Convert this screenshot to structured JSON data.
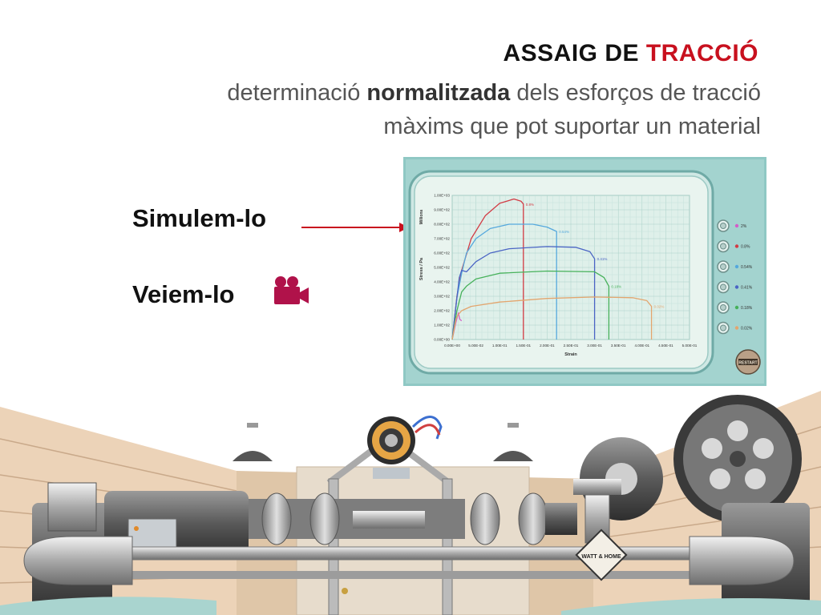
{
  "header": {
    "title_part1": "ASSAIG DE ",
    "title_part2": "TRACCIÓ",
    "subtitle_part1": "determinació ",
    "subtitle_bold": "normalitzada",
    "subtitle_part2": " dels esforços de tracció",
    "subtitle_line2": "màxims que pot suportar un material"
  },
  "links": {
    "simulate": "Simulem-lo",
    "watch": "Veiem-lo"
  },
  "colors": {
    "accent": "#c8101e",
    "camera": "#b0124a",
    "monitor_frame": "#8fc8c4",
    "plot_bg": "#e9f4ef"
  },
  "icons": {
    "watch": "video-camera-icon",
    "restart": "restart-icon"
  },
  "simulator": {
    "restart_label": "RESTART",
    "legend": [
      "2%",
      "0.8%",
      "0.54%",
      "0.41%",
      "0.18%",
      "0.02%"
    ],
    "machine_badge": "WATT & HOME"
  },
  "chart_data": {
    "type": "line",
    "xlabel": "Strain",
    "ylabel": "Stress / Pa",
    "ylabel_unit": "Millions",
    "xlim": [
      0,
      0.5
    ],
    "ylim": [
      0,
      1000
    ],
    "x_ticks": [
      "0.00E+00",
      "5.00E-02",
      "1.00E-01",
      "1.50E-01",
      "2.00E-01",
      "2.50E-01",
      "3.00E-01",
      "3.50E-01",
      "4.00E-01",
      "4.50E-01",
      "5.00E-01"
    ],
    "y_ticks": [
      "0.00E+00",
      "1.00E+02",
      "2.00E+02",
      "3.00E+02",
      "4.00E+02",
      "5.00E+02",
      "6.00E+02",
      "7.00E+02",
      "8.00E+02",
      "9.00E+02",
      "1.00E+03"
    ],
    "series": [
      {
        "name": "2%",
        "color": "#d35ec8",
        "end_label": "",
        "points": [
          [
            0,
            0
          ],
          [
            0.008,
            120
          ],
          [
            0.013,
            185
          ],
          [
            0.016,
            140
          ],
          [
            0.02,
            130
          ]
        ]
      },
      {
        "name": "0.8%",
        "color": "#d23b44",
        "end_label": "0.8%",
        "points": [
          [
            0,
            0
          ],
          [
            0.01,
            300
          ],
          [
            0.02,
            480
          ],
          [
            0.04,
            700
          ],
          [
            0.07,
            860
          ],
          [
            0.1,
            945
          ],
          [
            0.13,
            975
          ],
          [
            0.145,
            960
          ],
          [
            0.15,
            940
          ],
          [
            0.15,
            0
          ]
        ]
      },
      {
        "name": "0.54%",
        "color": "#55a8dd",
        "end_label": "0.54%",
        "points": [
          [
            0,
            0
          ],
          [
            0.01,
            290
          ],
          [
            0.02,
            460
          ],
          [
            0.03,
            600
          ],
          [
            0.05,
            700
          ],
          [
            0.08,
            770
          ],
          [
            0.12,
            800
          ],
          [
            0.17,
            800
          ],
          [
            0.2,
            780
          ],
          [
            0.22,
            750
          ],
          [
            0.22,
            0
          ]
        ]
      },
      {
        "name": "0.41%",
        "color": "#4a64c4",
        "end_label": "0.41%",
        "points": [
          [
            0,
            0
          ],
          [
            0.01,
            290
          ],
          [
            0.015,
            430
          ],
          [
            0.02,
            480
          ],
          [
            0.03,
            470
          ],
          [
            0.05,
            540
          ],
          [
            0.08,
            600
          ],
          [
            0.12,
            630
          ],
          [
            0.2,
            645
          ],
          [
            0.26,
            640
          ],
          [
            0.29,
            610
          ],
          [
            0.3,
            560
          ],
          [
            0.3,
            0
          ]
        ]
      },
      {
        "name": "0.18%",
        "color": "#46b15a",
        "end_label": "0.18%",
        "points": [
          [
            0,
            0
          ],
          [
            0.01,
            200
          ],
          [
            0.02,
            330
          ],
          [
            0.03,
            370
          ],
          [
            0.05,
            420
          ],
          [
            0.1,
            460
          ],
          [
            0.2,
            475
          ],
          [
            0.3,
            470
          ],
          [
            0.32,
            430
          ],
          [
            0.33,
            370
          ],
          [
            0.33,
            0
          ]
        ]
      },
      {
        "name": "0.02%",
        "color": "#e3a56e",
        "end_label": "0.02%",
        "points": [
          [
            0,
            0
          ],
          [
            0.008,
            140
          ],
          [
            0.012,
            170
          ],
          [
            0.02,
            200
          ],
          [
            0.04,
            230
          ],
          [
            0.1,
            260
          ],
          [
            0.2,
            285
          ],
          [
            0.3,
            295
          ],
          [
            0.38,
            290
          ],
          [
            0.41,
            270
          ],
          [
            0.42,
            230
          ],
          [
            0.42,
            0
          ]
        ]
      }
    ]
  }
}
